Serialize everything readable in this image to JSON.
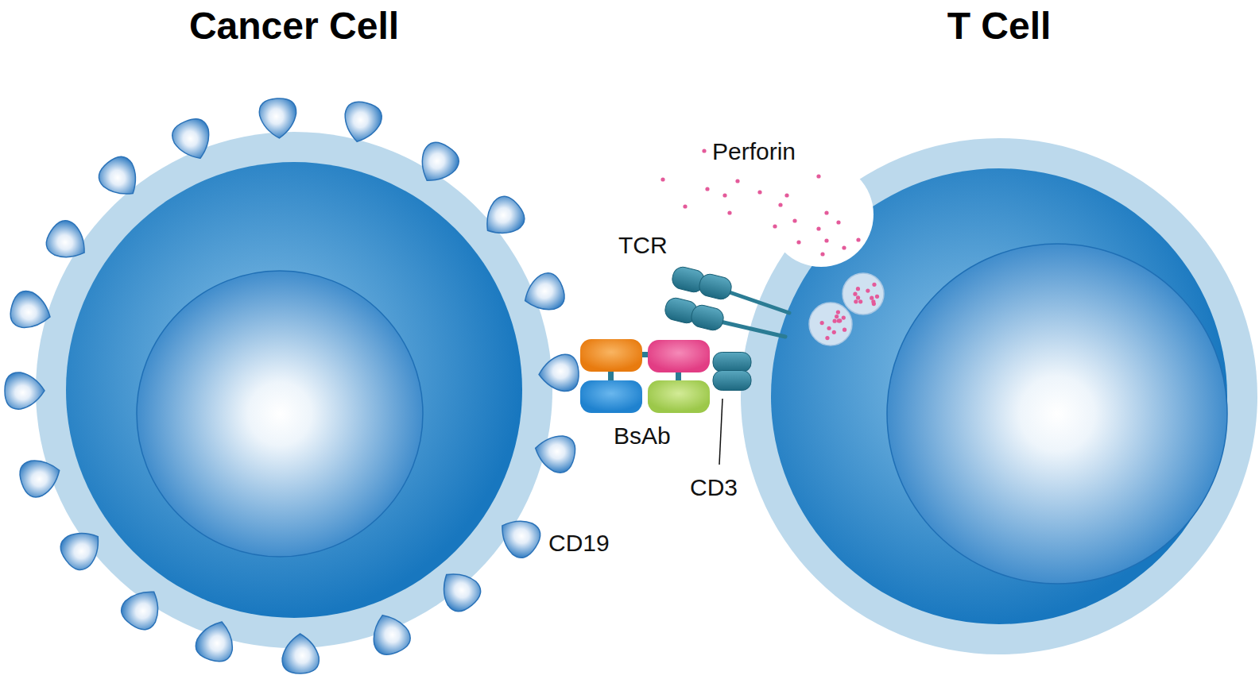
{
  "diagram": {
    "nodes": [
      {
        "text": [
          "Cancer Cell"
        ]
      },
      {
        "text": [
          "T Cell"
        ]
      }
    ],
    "labels": [
      "Perforin",
      "TCR",
      "BsAb",
      "CD3",
      "CD19"
    ]
  }
}
